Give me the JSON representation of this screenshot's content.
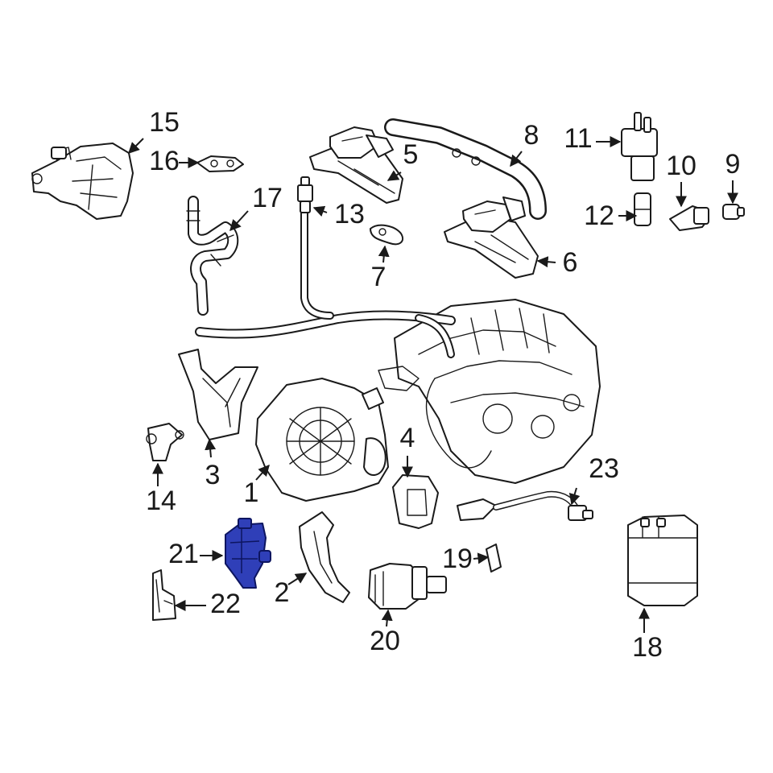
{
  "diagram": {
    "callouts": {
      "c1": "1",
      "c2": "2",
      "c3": "3",
      "c4": "4",
      "c5": "5",
      "c6": "6",
      "c7": "7",
      "c8": "8",
      "c9": "9",
      "c10": "10",
      "c11": "11",
      "c12": "12",
      "c13": "13",
      "c14": "14",
      "c15": "15",
      "c16": "16",
      "c17": "17",
      "c18": "18",
      "c19": "19",
      "c20": "20",
      "c21": "21",
      "c22": "22",
      "c23": "23"
    },
    "highlighted_part": "21",
    "colors": {
      "line": "#1a1a1a",
      "highlight_fill": "#2f3fb8",
      "highlight_stroke": "#0d1560",
      "background": "#ffffff"
    }
  }
}
